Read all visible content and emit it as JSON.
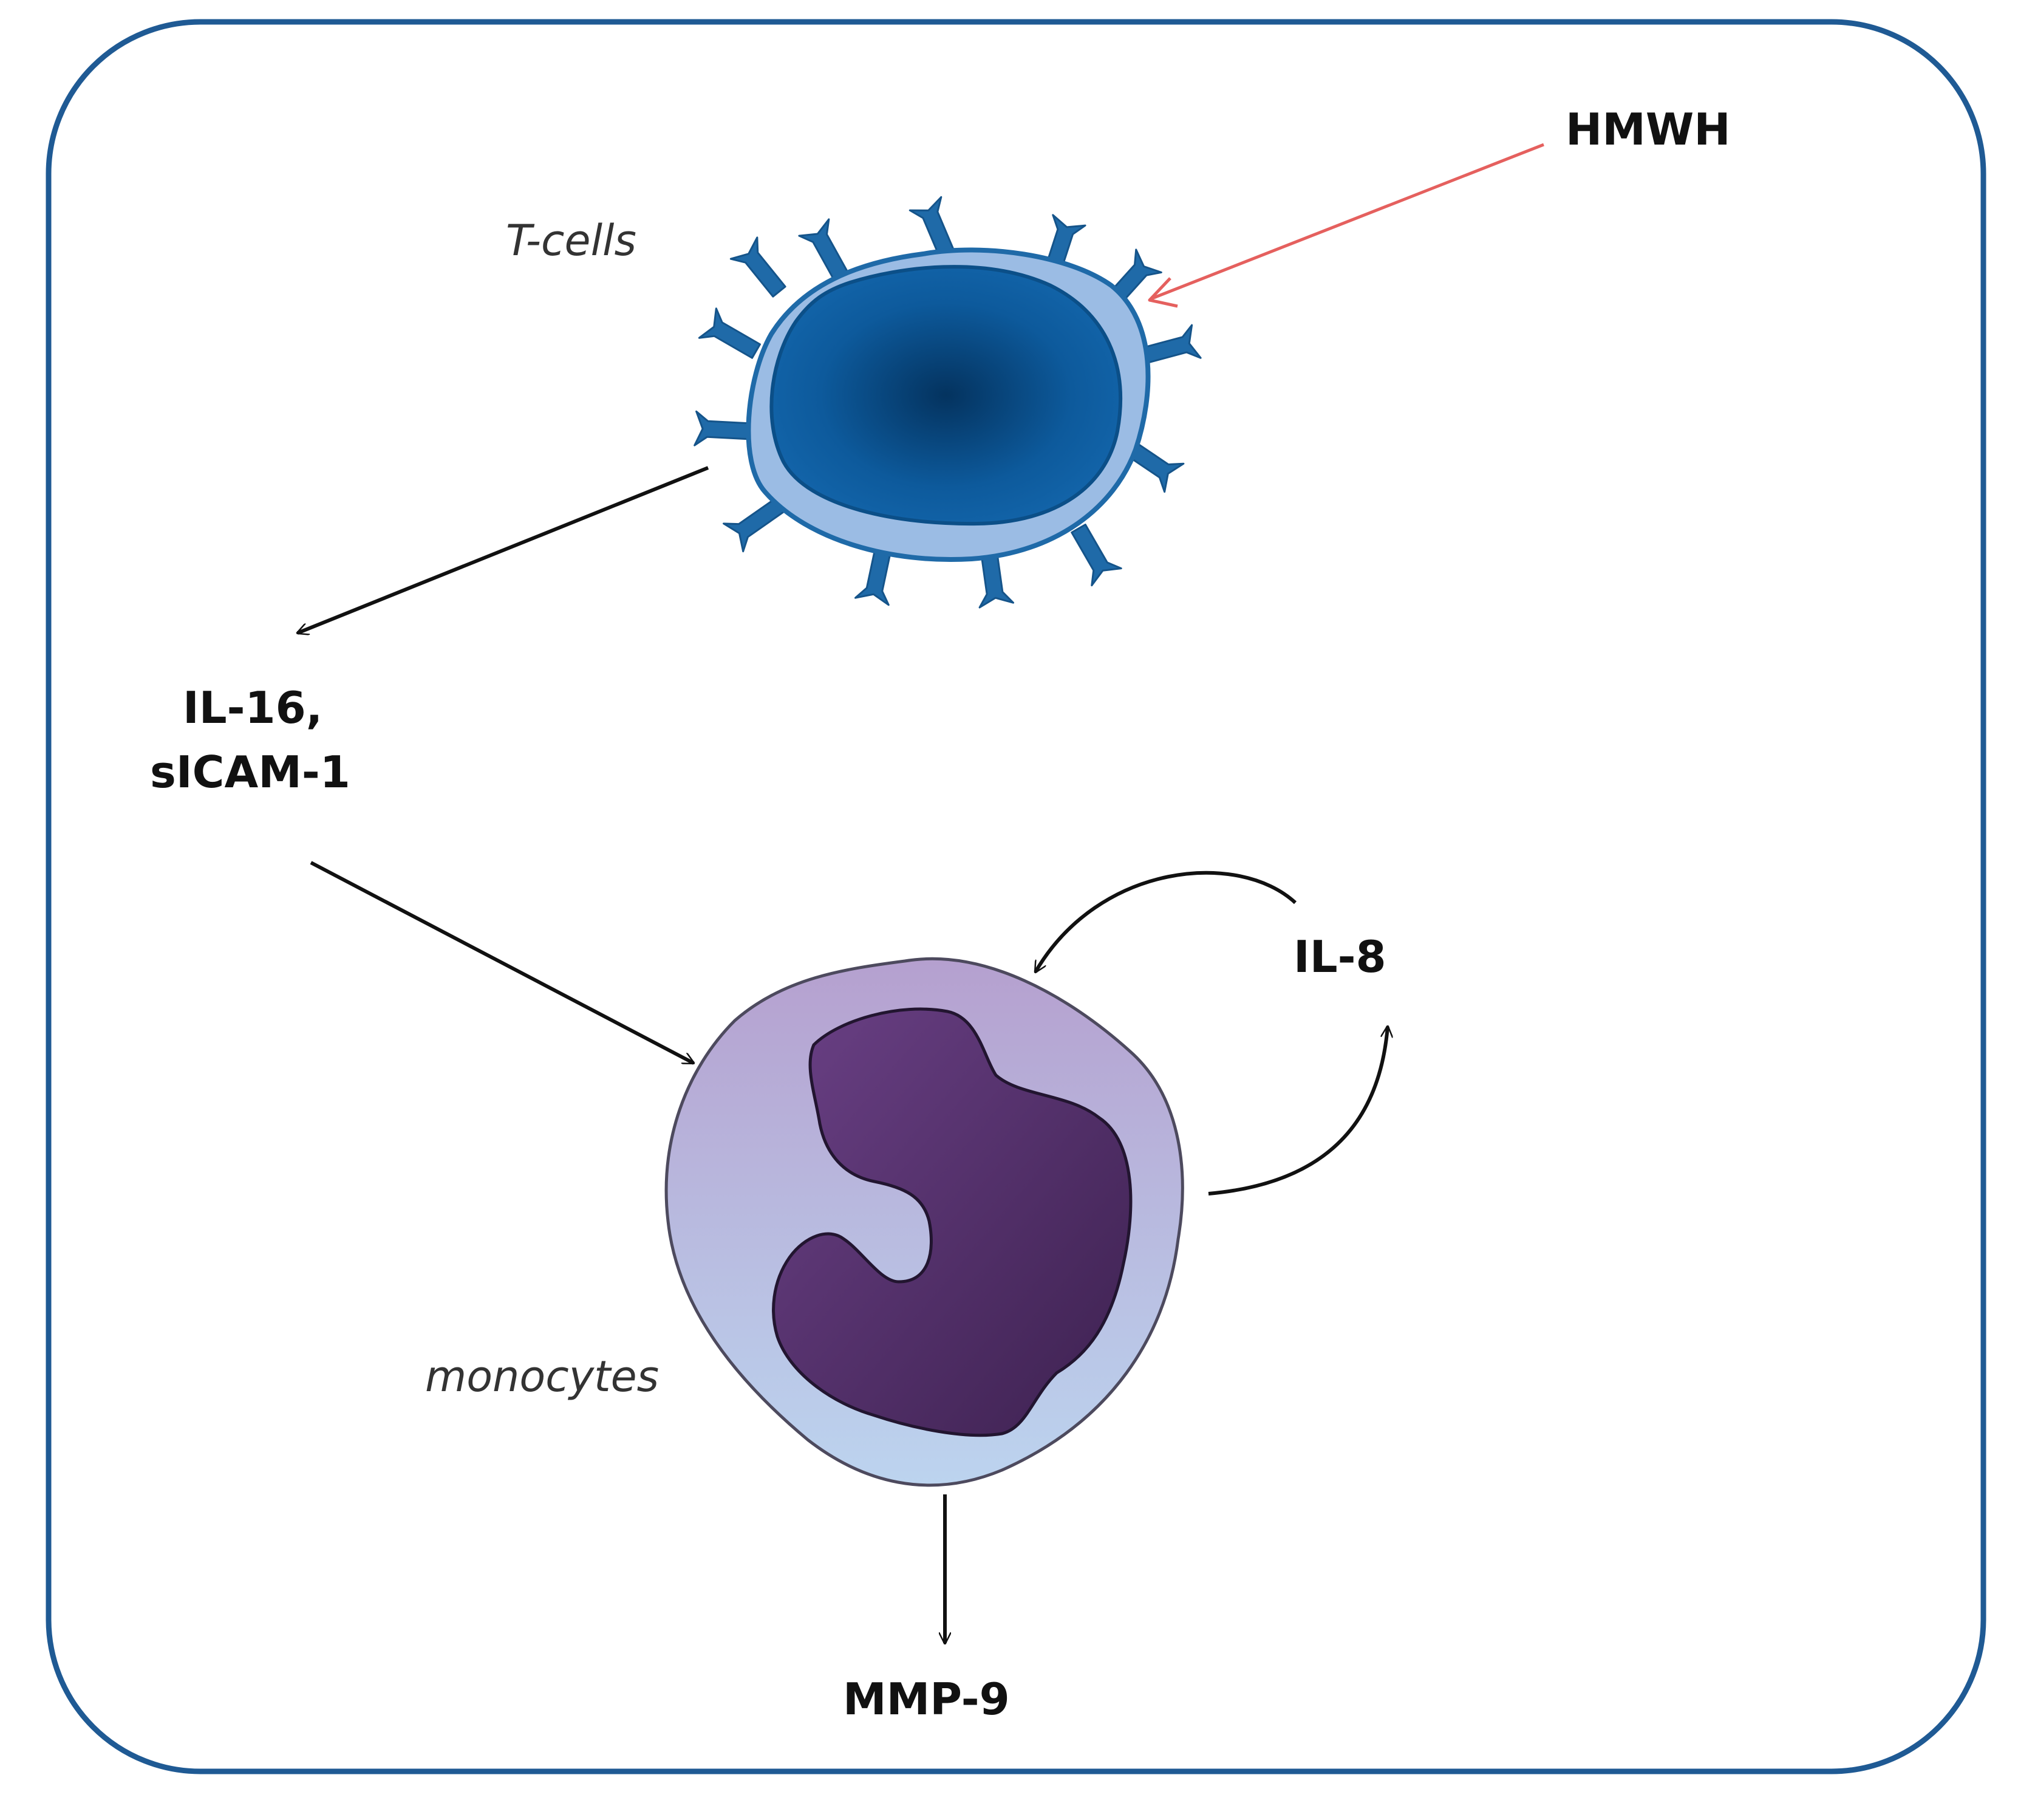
{
  "diagram": {
    "labels": {
      "hmwh": "HMWH",
      "t_cells": "T-cells",
      "il16": "IL-16,",
      "sicam": "sICAM-1",
      "il8": "IL-8",
      "monocytes": "monocytes",
      "mmp9": "MMP-9"
    },
    "colors": {
      "frame": "#1f5a94",
      "t_cell_nucleus": "#0d5a9c",
      "t_cell_membrane": "#9bbce4",
      "t_cell_outline": "#1f6aa8",
      "monocyte_top": "#b6a0cf",
      "monocyte_bottom": "#bcd3ee",
      "monocyte_nucleus": "#55306f",
      "activation_arrow": "#e5605e",
      "arrow": "#111111"
    }
  }
}
